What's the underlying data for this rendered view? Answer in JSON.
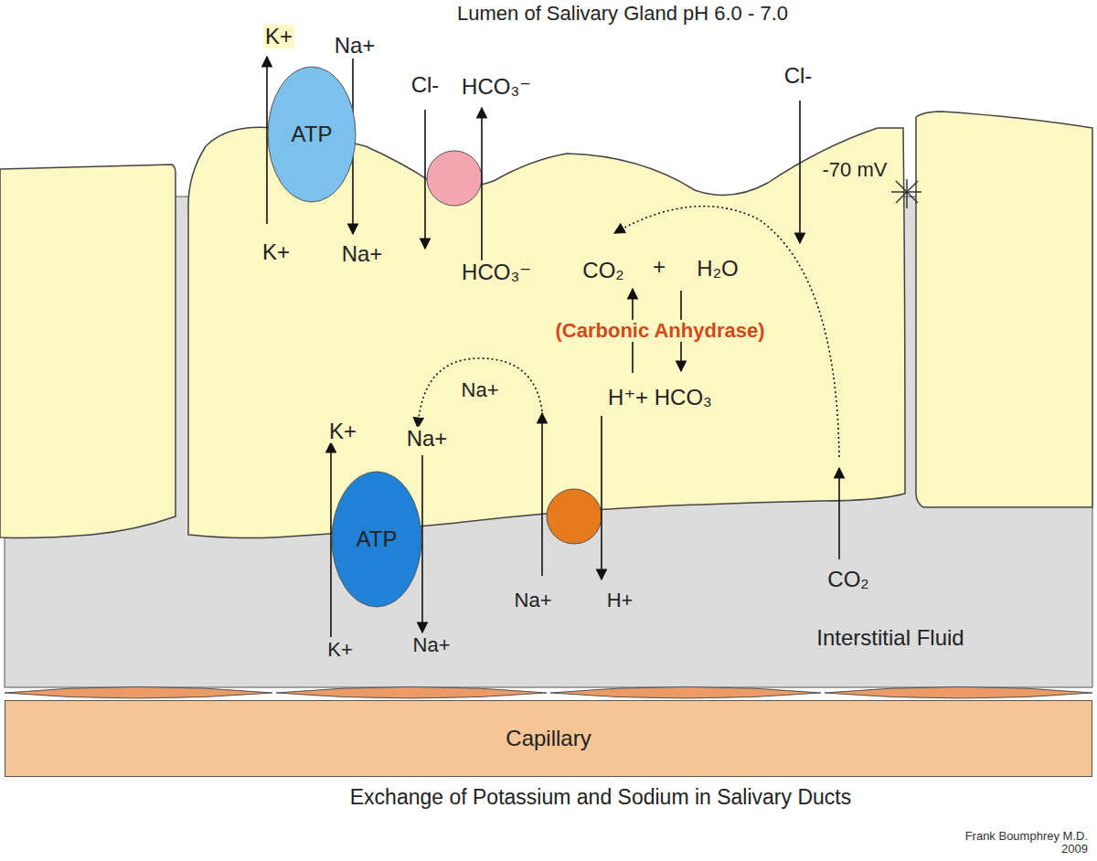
{
  "diagram": {
    "title": "Lumen of Salivary Gland pH 6.0 - 7.0",
    "caption": "Exchange of Potassium and Sodium in Salivary Ducts",
    "nodes": [
      {
        "text": [
          "ATP"
        ]
      },
      {
        "text": [
          "ATP"
        ]
      },
      {
        "text": [
          "Capillary"
        ]
      }
    ],
    "labels": [
      "K+",
      "Na+",
      "Cl-",
      "HCO₃⁻",
      "Cl-",
      "-70 mV",
      "K+",
      "Na+",
      "HCO₃⁻",
      "CO₂",
      "+",
      "H₂O",
      "(Carbonic Anhydrase)",
      "Na+",
      "H⁺+ HCO₃",
      "K+",
      "Na+",
      "Na+",
      "H+",
      "K+",
      "Na+",
      "CO₂",
      "Interstitial Fluid",
      "Frank Boumphrey M.D. 2009"
    ]
  }
}
